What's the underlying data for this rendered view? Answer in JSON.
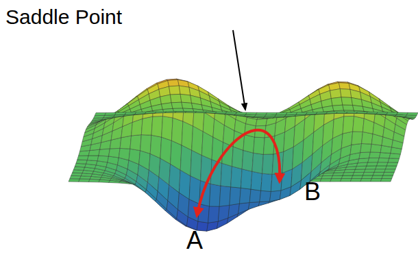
{
  "diagram": {
    "labels": [
      "Saddle Point",
      "A",
      "B"
    ]
  }
}
